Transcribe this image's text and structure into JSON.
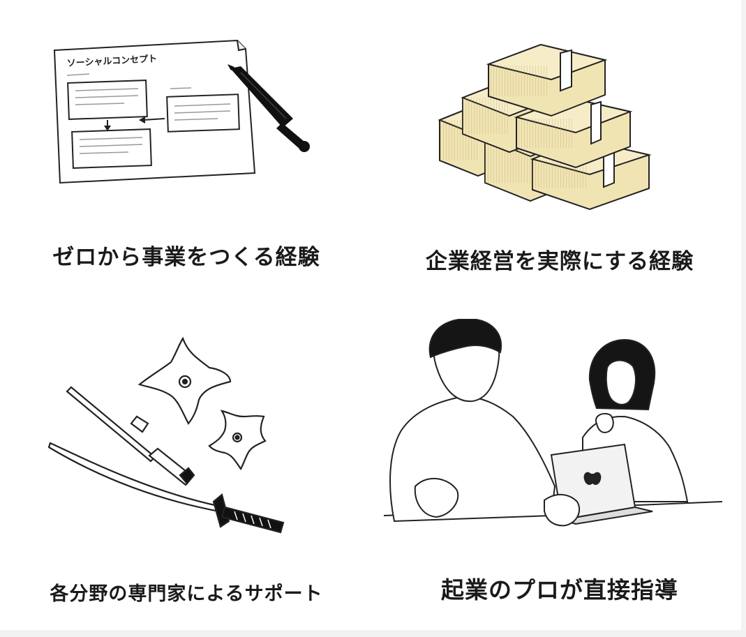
{
  "panels": [
    {
      "caption": "ゼロから事業をつくる経験",
      "illustration": {
        "header_text": "ソーシャルコンセプト"
      }
    },
    {
      "caption": "企業経営を実際にする経験"
    },
    {
      "caption": "各分野の専門家によるサポート"
    },
    {
      "caption": "起業のプロが直接指導"
    }
  ],
  "colors": {
    "text": "#1a1a1a",
    "money": "#f1e4b3",
    "band": "#ffffff",
    "line": "#222222"
  },
  "icons": [
    "document-with-diagram",
    "pen",
    "money-stacks",
    "shuriken",
    "sword",
    "katana",
    "man",
    "woman",
    "laptop",
    "apple-logo"
  ]
}
